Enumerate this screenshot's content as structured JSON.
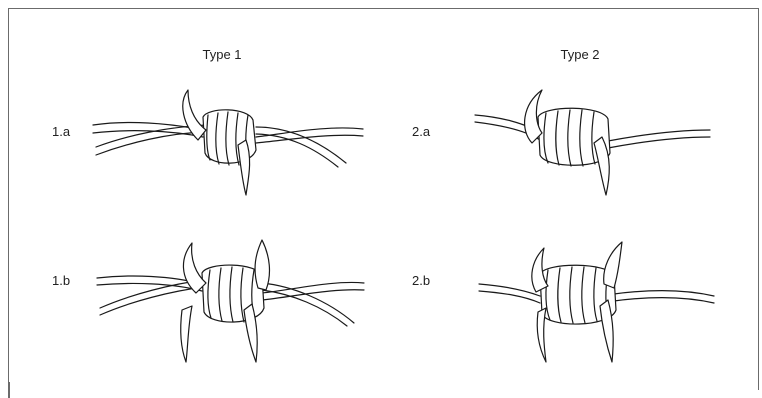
{
  "columns": [
    {
      "title": "Type 1"
    },
    {
      "title": "Type 2"
    }
  ],
  "variants": [
    {
      "label": "1.a"
    },
    {
      "label": "1.b"
    },
    {
      "label": "2.a"
    },
    {
      "label": "2.b"
    }
  ]
}
